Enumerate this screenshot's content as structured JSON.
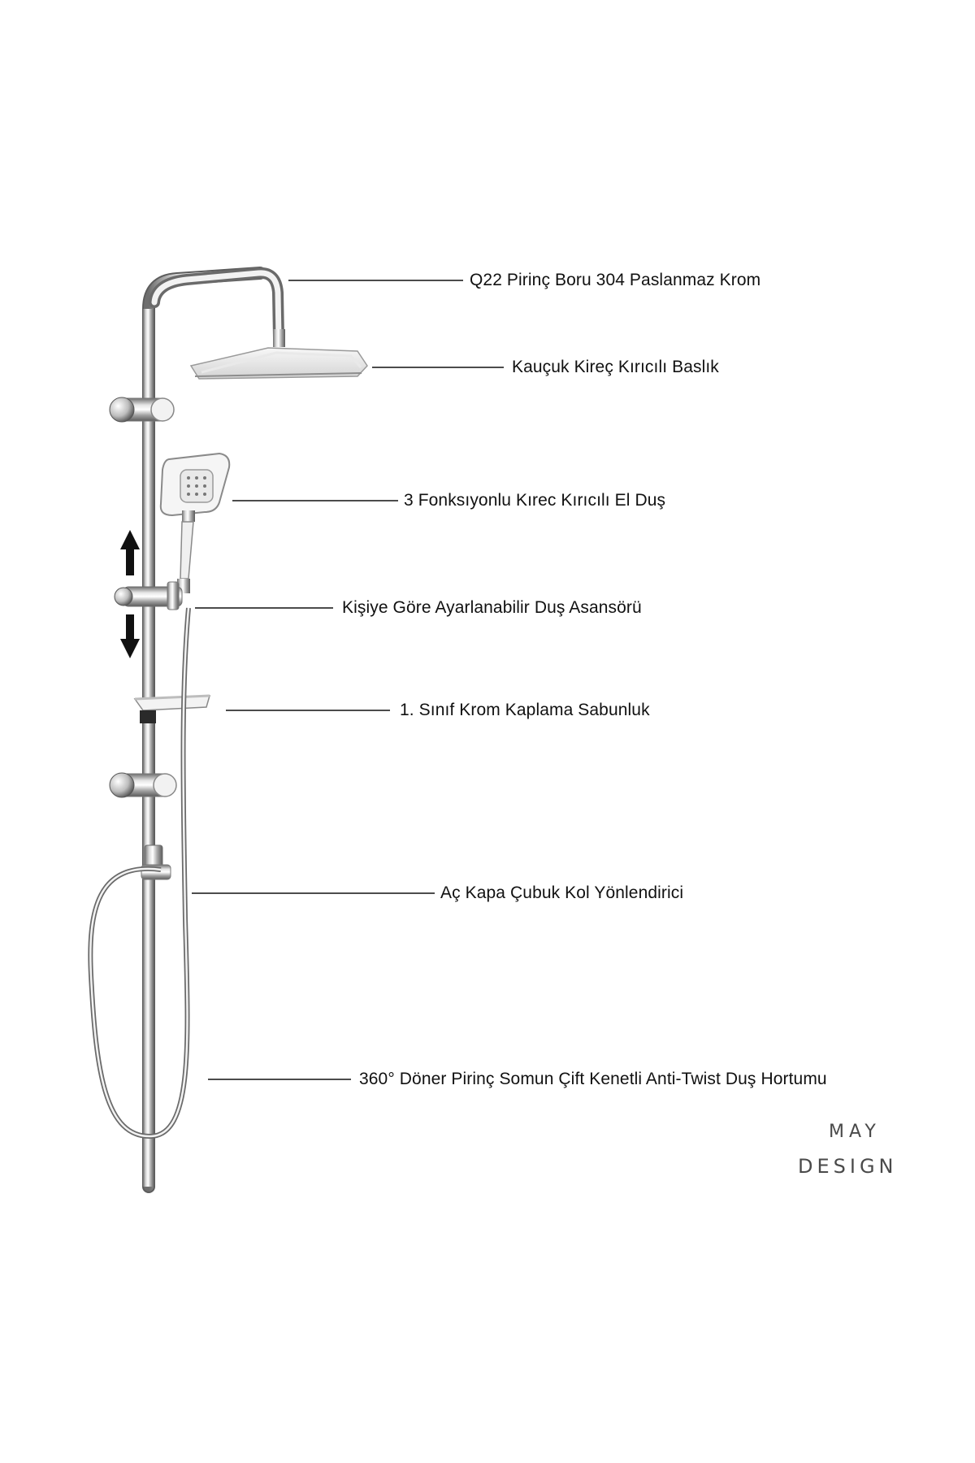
{
  "callouts": [
    {
      "id": "pipe",
      "text": "Q22 Pirinç Boru 304 Paslanmaz Krom"
    },
    {
      "id": "head",
      "text": "Kauçuk Kireç Kırıcılı Baslık"
    },
    {
      "id": "hand",
      "text": "3 Fonksıyonlu Kırec Kırıcılı El Duş"
    },
    {
      "id": "slider",
      "text": "Kişiye Göre Ayarlanabilir Duş Asansörü"
    },
    {
      "id": "soap",
      "text": "1. Sınıf Krom Kaplama Sabunluk"
    },
    {
      "id": "diverter",
      "text": "Aç Kapa Çubuk Kol Yönlendirici"
    },
    {
      "id": "hose",
      "text": "360°  Döner Pirinç Somun Çift Kenetli Anti-Twist Duş Hortumu"
    }
  ],
  "logo": {
    "line1": "MAY",
    "line2": "DESIGN"
  },
  "colors": {
    "background": "#ffffff",
    "chrome_light": "#f4f4f4",
    "chrome_dark": "#7a7a7a",
    "text": "#111111",
    "logo": "#4a4a4a"
  }
}
